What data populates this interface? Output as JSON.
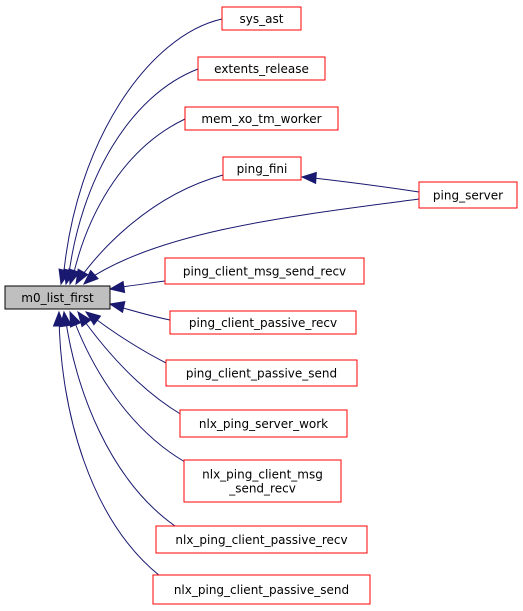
{
  "graph": {
    "root": {
      "id": "m0_list_first",
      "lines": [
        "m0_list_first"
      ]
    },
    "nodes": [
      {
        "id": "sys_ast",
        "lines": [
          "sys_ast"
        ]
      },
      {
        "id": "extents_release",
        "lines": [
          "extents_release"
        ]
      },
      {
        "id": "mem_xo_tm_worker",
        "lines": [
          "mem_xo_tm_worker"
        ]
      },
      {
        "id": "ping_fini",
        "lines": [
          "ping_fini"
        ]
      },
      {
        "id": "ping_server",
        "lines": [
          "ping_server"
        ]
      },
      {
        "id": "ping_client_msg_send_recv",
        "lines": [
          "ping_client_msg_send_recv"
        ]
      },
      {
        "id": "ping_client_passive_recv",
        "lines": [
          "ping_client_passive_recv"
        ]
      },
      {
        "id": "ping_client_passive_send",
        "lines": [
          "ping_client_passive_send"
        ]
      },
      {
        "id": "nlx_ping_server_work",
        "lines": [
          "nlx_ping_server_work"
        ]
      },
      {
        "id": "nlx_ping_client_msg_send_recv",
        "lines": [
          "nlx_ping_client_msg",
          "_send_recv"
        ]
      },
      {
        "id": "nlx_ping_client_passive_recv",
        "lines": [
          "nlx_ping_client_passive_recv"
        ]
      },
      {
        "id": "nlx_ping_client_passive_send",
        "lines": [
          "nlx_ping_client_passive_send"
        ]
      }
    ],
    "edges": [
      {
        "from": "sys_ast",
        "to": "m0_list_first"
      },
      {
        "from": "extents_release",
        "to": "m0_list_first"
      },
      {
        "from": "mem_xo_tm_worker",
        "to": "m0_list_first"
      },
      {
        "from": "ping_fini",
        "to": "m0_list_first"
      },
      {
        "from": "ping_server",
        "to": "m0_list_first"
      },
      {
        "from": "ping_server",
        "to": "ping_fini"
      },
      {
        "from": "ping_client_msg_send_recv",
        "to": "m0_list_first"
      },
      {
        "from": "ping_client_passive_recv",
        "to": "m0_list_first"
      },
      {
        "from": "ping_client_passive_send",
        "to": "m0_list_first"
      },
      {
        "from": "nlx_ping_server_work",
        "to": "m0_list_first"
      },
      {
        "from": "nlx_ping_client_msg_send_recv",
        "to": "m0_list_first"
      },
      {
        "from": "nlx_ping_client_passive_recv",
        "to": "m0_list_first"
      },
      {
        "from": "nlx_ping_client_passive_send",
        "to": "m0_list_first"
      }
    ],
    "colors": {
      "edge": "#191970",
      "node_border": "#ff0000",
      "root_fill": "#bfbfbf",
      "root_border": "#000000"
    }
  }
}
